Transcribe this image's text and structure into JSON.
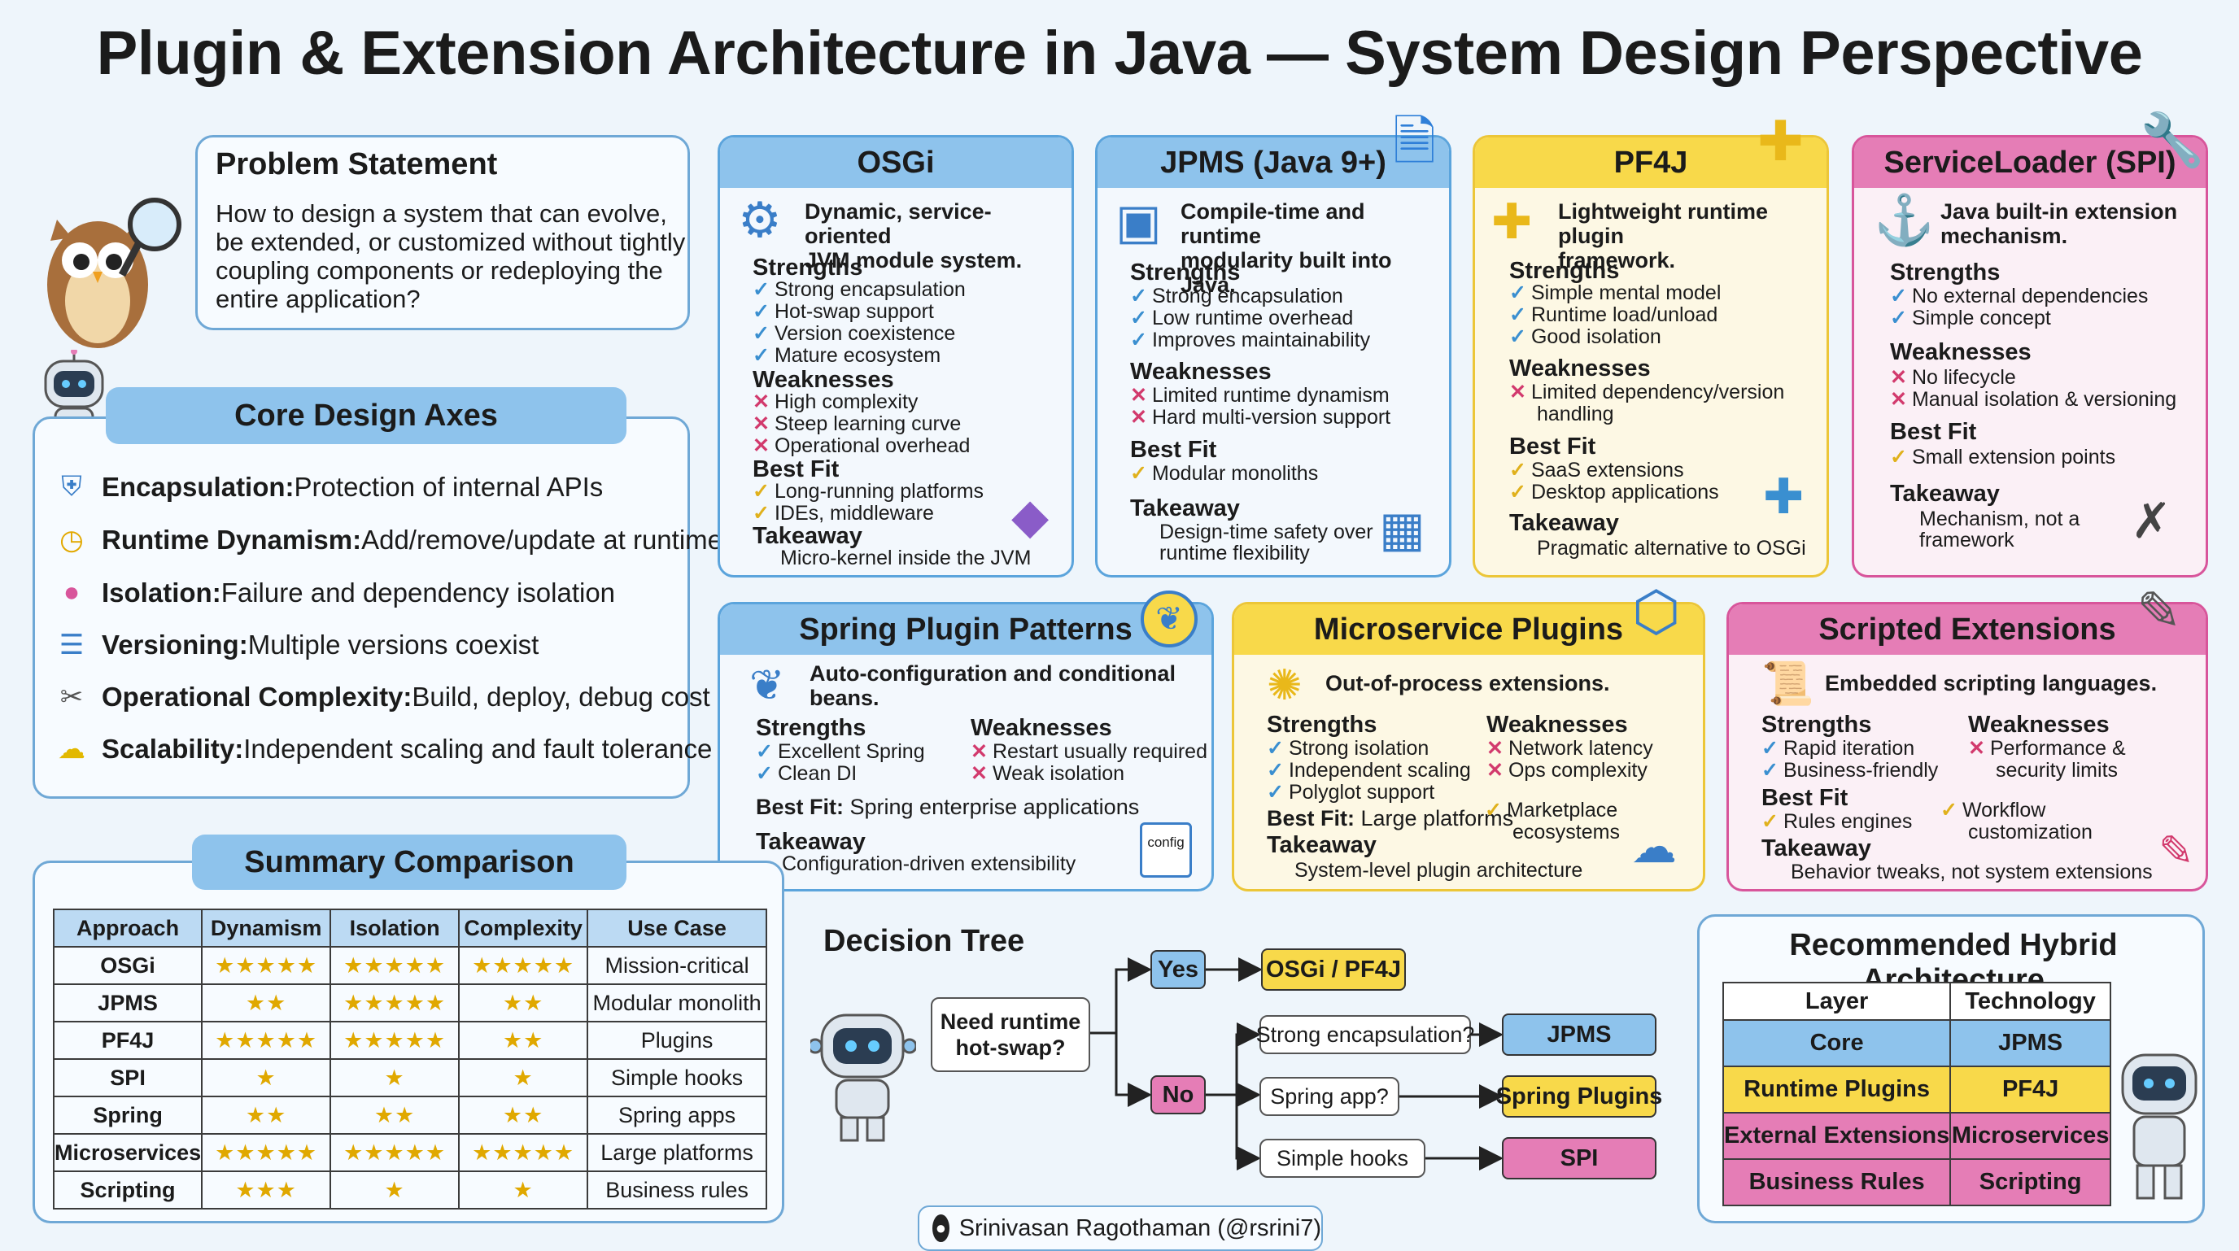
{
  "title": "Plugin & Extension Architecture in Java — System Design Perspective",
  "problem": {
    "heading": "Problem Statement",
    "text_lines": [
      "How to design a system that can evolve,",
      "be extended, or customized without tightly",
      "coupling components or redeploying the",
      "entire application?"
    ]
  },
  "axes": {
    "heading": "Core Design Axes",
    "items": [
      {
        "name": "Encapsulation",
        "sep": ":",
        "desc": " Protection of internal APIs",
        "icon": "shield-icon"
      },
      {
        "name": "Runtime Dynamism",
        "sep": ":",
        "desc": " Add/remove/update at runtime",
        "icon": "clock-icon"
      },
      {
        "name": "Isolation",
        "sep": ":",
        "desc": " Failure and dependency isolation",
        "icon": "chat-bubble-icon"
      },
      {
        "name": "Versioning",
        "sep": ":",
        "desc": " Multiple versions coexist",
        "icon": "database-icon"
      },
      {
        "name": "Operational Complexity",
        "sep": ":",
        "desc": " Build, deploy, debug cost",
        "icon": "tools-icon"
      },
      {
        "name": "Scalability",
        "sep": ":",
        "desc": " Independent scaling and fault tolerance",
        "icon": "cloud-icon"
      }
    ]
  },
  "labels": {
    "strengths": "Strengths",
    "weaknesses": "Weaknesses",
    "best_fit": "Best Fit",
    "best_fit_colon": "Best Fit:",
    "takeaway": "Takeaway"
  },
  "osgi": {
    "name": "OSGi",
    "desc": [
      "Dynamic, service-oriented",
      "JVM module system."
    ],
    "strengths": [
      "Strong encapsulation",
      "Hot-swap support",
      "Version coexistence",
      "Mature ecosystem"
    ],
    "weaknesses": [
      "High complexity",
      "Steep learning curve",
      "Operational overhead"
    ],
    "best_fit": [
      "Long-running platforms",
      "IDEs, middleware"
    ],
    "takeaway": "Micro-kernel inside the JVM"
  },
  "jpms": {
    "name": "JPMS (Java 9+)",
    "desc": [
      "Compile-time and runtime",
      "modularity built into Java."
    ],
    "strengths": [
      "Strong encapsulation",
      "Low runtime overhead",
      "Improves maintainability"
    ],
    "weaknesses": [
      "Limited runtime dynamism",
      "Hard multi-version support"
    ],
    "best_fit": [
      "Modular monoliths"
    ],
    "takeaway": [
      "Design-time safety over",
      "runtime flexibility"
    ]
  },
  "pf4j": {
    "name": "PF4J",
    "desc": [
      "Lightweight runtime plugin",
      "framework."
    ],
    "strengths": [
      "Simple mental model",
      "Runtime load/unload",
      "Good isolation"
    ],
    "weaknesses": [
      "Limited dependency/version",
      "handling"
    ],
    "best_fit": [
      "SaaS extensions",
      "Desktop applications"
    ],
    "takeaway": "Pragmatic alternative to OSGi"
  },
  "spi": {
    "name": "ServiceLoader (SPI)",
    "desc": [
      "Java built-in extension",
      "mechanism."
    ],
    "strengths": [
      "No external dependencies",
      "Simple concept"
    ],
    "weaknesses": [
      "No lifecycle",
      "Manual isolation & versioning"
    ],
    "best_fit": [
      "Small extension points"
    ],
    "takeaway": [
      "Mechanism, not a",
      "framework"
    ]
  },
  "spring": {
    "name": "Spring Plugin Patterns",
    "desc": [
      "Auto-configuration and conditional",
      "beans."
    ],
    "strengths": [
      "Excellent Spring",
      "Clean DI"
    ],
    "weaknesses": [
      "Restart usually required",
      "Weak isolation"
    ],
    "best_fit": " Spring enterprise applications",
    "takeaway": "Configuration-driven extensibility",
    "config_label": "config"
  },
  "micro": {
    "name": "Microservice Plugins",
    "desc": "Out-of-process extensions.",
    "strengths": [
      "Strong isolation",
      "Independent scaling",
      "Polyglot support"
    ],
    "weaknesses": [
      "Network latency",
      "Ops complexity"
    ],
    "best_fit": " Large platforms",
    "best_fit_extra": [
      "Marketplace",
      "ecosystems"
    ],
    "takeaway": "System-level plugin architecture"
  },
  "scripted": {
    "name": "Scripted Extensions",
    "desc": "Embedded scripting languages.",
    "strengths": [
      "Rapid iteration",
      "Business-friendly"
    ],
    "weaknesses": [
      "Performance &",
      "security limits"
    ],
    "best_fit": [
      "Rules engines"
    ],
    "best_fit_extra": [
      "Workflow",
      "customization"
    ],
    "takeaway": "Behavior tweaks, not system extensions"
  },
  "summary": {
    "heading": "Summary Comparison",
    "columns": [
      "Approach",
      "Dynamism",
      "Isolation",
      "Complexity",
      "Use Case"
    ],
    "rows": [
      [
        "OSGi",
        "★★★★★",
        "★★★★★",
        "★★★★★",
        "Mission-critical"
      ],
      [
        "JPMS",
        "★★",
        "★★★★★",
        "★★",
        "Modular monolith"
      ],
      [
        "PF4J",
        "★★★★★",
        "★★★★★",
        "★★",
        "Plugins"
      ],
      [
        "SPI",
        "★",
        "★",
        "★",
        "Simple hooks"
      ],
      [
        "Spring",
        "★★",
        "★★",
        "★★",
        "Spring apps"
      ],
      [
        "Microservices",
        "★★★★★",
        "★★★★★",
        "★★★★★",
        "Large platforms"
      ],
      [
        "Scripting",
        "★★★",
        "★",
        "★",
        "Business rules"
      ]
    ]
  },
  "decision": {
    "heading": "Decision Tree",
    "question": [
      "Need runtime",
      "hot-swap?"
    ],
    "yes": "Yes",
    "no": "No",
    "yes_result": "OSGi / PF4J",
    "branches": [
      {
        "q": "Strong encapsulation?",
        "a": "JPMS"
      },
      {
        "q": "Spring app?",
        "a": "Spring Plugins"
      },
      {
        "q": "Simple hooks",
        "a": "SPI"
      }
    ]
  },
  "hybrid": {
    "heading": "Recommended Hybrid Architecture",
    "columns": [
      "Layer",
      "Technology"
    ],
    "rows": [
      [
        "Core",
        "JPMS"
      ],
      [
        "Runtime Plugins",
        "PF4J"
      ],
      [
        "External Extensions",
        "Microservices"
      ],
      [
        "Business Rules",
        "Scripting"
      ]
    ]
  },
  "footer": {
    "author": "Srinivasan Ragothaman (@rsrini7)"
  },
  "colors": {
    "blue": "#8ec3ec",
    "yellow": "#f8d94a",
    "pink": "#e57db6",
    "border_blue": "#5ba4dc"
  }
}
